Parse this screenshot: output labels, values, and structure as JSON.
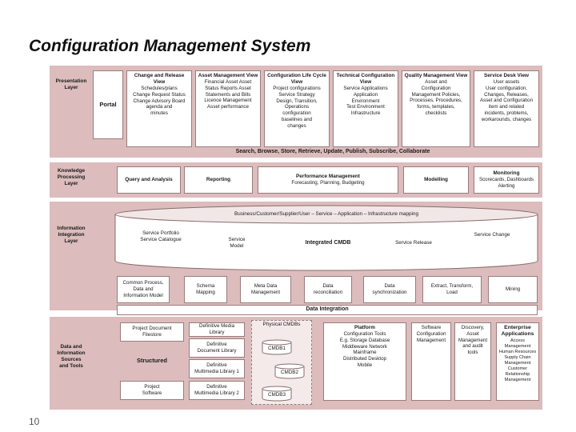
{
  "title": "Configuration Management System",
  "page_number": "10",
  "layers": {
    "presentation": "Presentation\nLayer",
    "knowledge": "Knowledge\nProcessing\nLayer",
    "integration": "Information\nIntegration\nLayer",
    "data": "Data and\nInformation\nSources\nand Tools"
  },
  "presentation": {
    "portal": "Portal",
    "views": [
      {
        "title": "Change and Release View",
        "desc": "Schedules/plans\nChange Request Status\nChange Advisory Board\nagenda and\nminutes"
      },
      {
        "title": "Asset Management View",
        "desc": "Financial Asset Asset\nStatus Reports Asset\nStatements and Bills\nLicence Management\nAsset performance"
      },
      {
        "title": "Configuration Life Cycle View",
        "desc": "Project configurations\nService Strategy\nDesign, Transition,\nOperations\nconfiguration\nbaselines and\nchanges"
      },
      {
        "title": "Technical Configuration View",
        "desc": "Service Applications\nApplication\nEnvironment\nTest Environment\nInfrastructure"
      },
      {
        "title": "Quality Management View",
        "desc": "Asset and\nConfiguration\nManagement Policies,\nProcesses, Procedures,\nforms, templates,\nchecklists"
      },
      {
        "title": "Service Desk View",
        "desc": "User assets\nUser configuration,\nChanges, Releases,\nAsset and Configuration\nitem and related\nincidents, problems,\nworkarounds, changes"
      }
    ],
    "search_bar": "Search, Browse, Store, Retrieve, Update, Publish, Subscribe, Collaborate"
  },
  "knowledge": {
    "query": "Query and Analysis",
    "reporting": "Reporting",
    "performance_title": "Performance Management",
    "performance_desc": "Forecasting, Planning, Budgeting",
    "modelling": "Modelling",
    "monitoring_title": "Monitoring",
    "monitoring_desc": "Scorecards, Dashboards\nAlerting"
  },
  "integration": {
    "cmdb_top": "Business/Customer/Supplier/User – Service – Application – Infrastructure mapping",
    "portfolio": "Service Portfolio\nService Catalogue",
    "service_model": "Service\nModel",
    "integrated_cmdb": "Integrated CMDB",
    "service_release": "Service Release",
    "service_change": "Service Change",
    "tools": [
      "Common Process,\nData and\nInformation Model",
      "Schema\nMapping",
      "Meta Data\nManagement",
      "Data\nreconciliation",
      "Data\nsynchronization",
      "Extract, Transform,\nLoad",
      "Mining"
    ],
    "data_integration": "Data Integration"
  },
  "data": {
    "project_doc_filestore": "Project Document\nFilestore",
    "structured": "Structured",
    "project_software": "Project\nSoftware",
    "dml": "Definitive Media\nLibrary",
    "ddl": "Definitive\nDocument Library",
    "dml1": "Definitive\nMultimedia Library 1",
    "dml2": "Definitive\nMultimedia Library 2",
    "physical_cmdbs": "Physical CMDBs",
    "cmdb1": "CMDB1",
    "cmdb2": "CMDB2",
    "cmdb3": "CMDB3",
    "platform_title": "Platform",
    "platform_desc": "Configuration Tools\nE.g. Storage Database\nMiddleware Network\nMainframe\nDistributed Desktop\nMobile",
    "software_config": "Software\nConfiguration\nManagement",
    "discovery": "Discovery,\nAsset\nManagement\nand audit\ntools",
    "enterprise_title": "Enterprise\nApplications",
    "enterprise_desc": "Access Management\nHuman Resources\nSupply Chain\nManagement\nCustomer Relationship\nManagement"
  }
}
